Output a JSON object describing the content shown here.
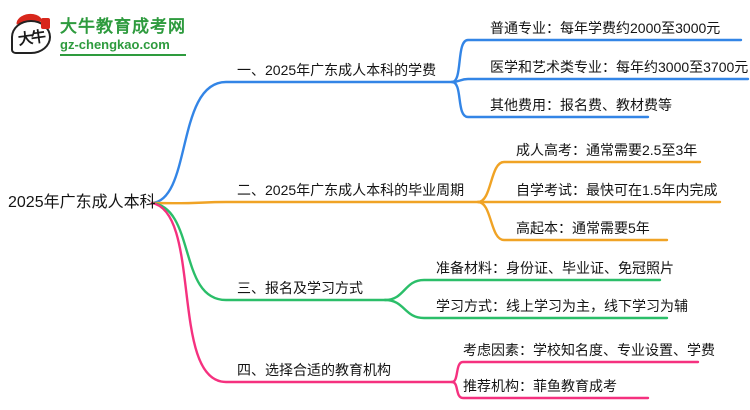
{
  "logo": {
    "icon_text": "大牛",
    "site_name": "大牛教育成考网",
    "site_url": "gz-chengkao.com",
    "brand_green": "#2E9B3E",
    "accent_red": "#D8271C"
  },
  "root": {
    "label": "2025年广东成人本科"
  },
  "branches": [
    {
      "label": "一、2025年广东成人本科的学费",
      "color": "#3385E6",
      "children": [
        {
          "label": "普通专业：每年学费约2000至3000元"
        },
        {
          "label": "医学和艺术类专业：每年约3000至3700元"
        },
        {
          "label": "其他费用：报名费、教材费等"
        }
      ]
    },
    {
      "label": "二、2025年广东成人本科的毕业周期",
      "color": "#F0A325",
      "children": [
        {
          "label": "成人高考：通常需要2.5至3年"
        },
        {
          "label": "自学考试：最快可在1.5年内完成"
        },
        {
          "label": "高起本：通常需要5年"
        }
      ]
    },
    {
      "label": "三、报名及学习方式",
      "color": "#2BBE69",
      "children": [
        {
          "label": "准备材料：身份证、毕业证、免冠照片"
        },
        {
          "label": "学习方式：线上学习为主，线下学习为辅"
        }
      ]
    },
    {
      "label": "四、选择合适的教育机构",
      "color": "#F5317F",
      "children": [
        {
          "label": "考虑因素：学校知名度、专业设置、学费"
        },
        {
          "label": "推荐机构：菲鱼教育成考"
        }
      ]
    }
  ]
}
